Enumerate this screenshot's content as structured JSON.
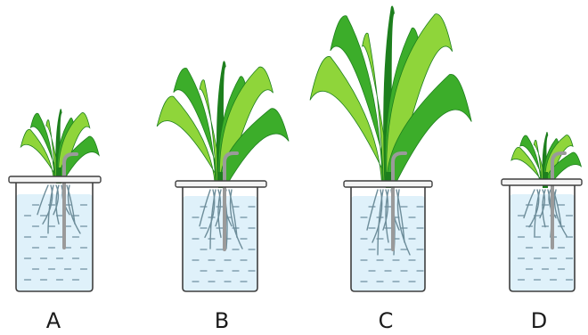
{
  "beakers": [
    {
      "label": "A"
    },
    {
      "label": "B"
    },
    {
      "label": "C"
    },
    {
      "label": "D"
    }
  ],
  "colors": {
    "leaf_light": "#8fd53a",
    "leaf_mid": "#3cad2a",
    "leaf_dark": "#1d7f1d",
    "water": "#dff1fa",
    "water_dash": "#6f8fa0",
    "glass": "#3f3f3f",
    "tube": "#9a9a9a",
    "root": "#6d8d9a"
  }
}
